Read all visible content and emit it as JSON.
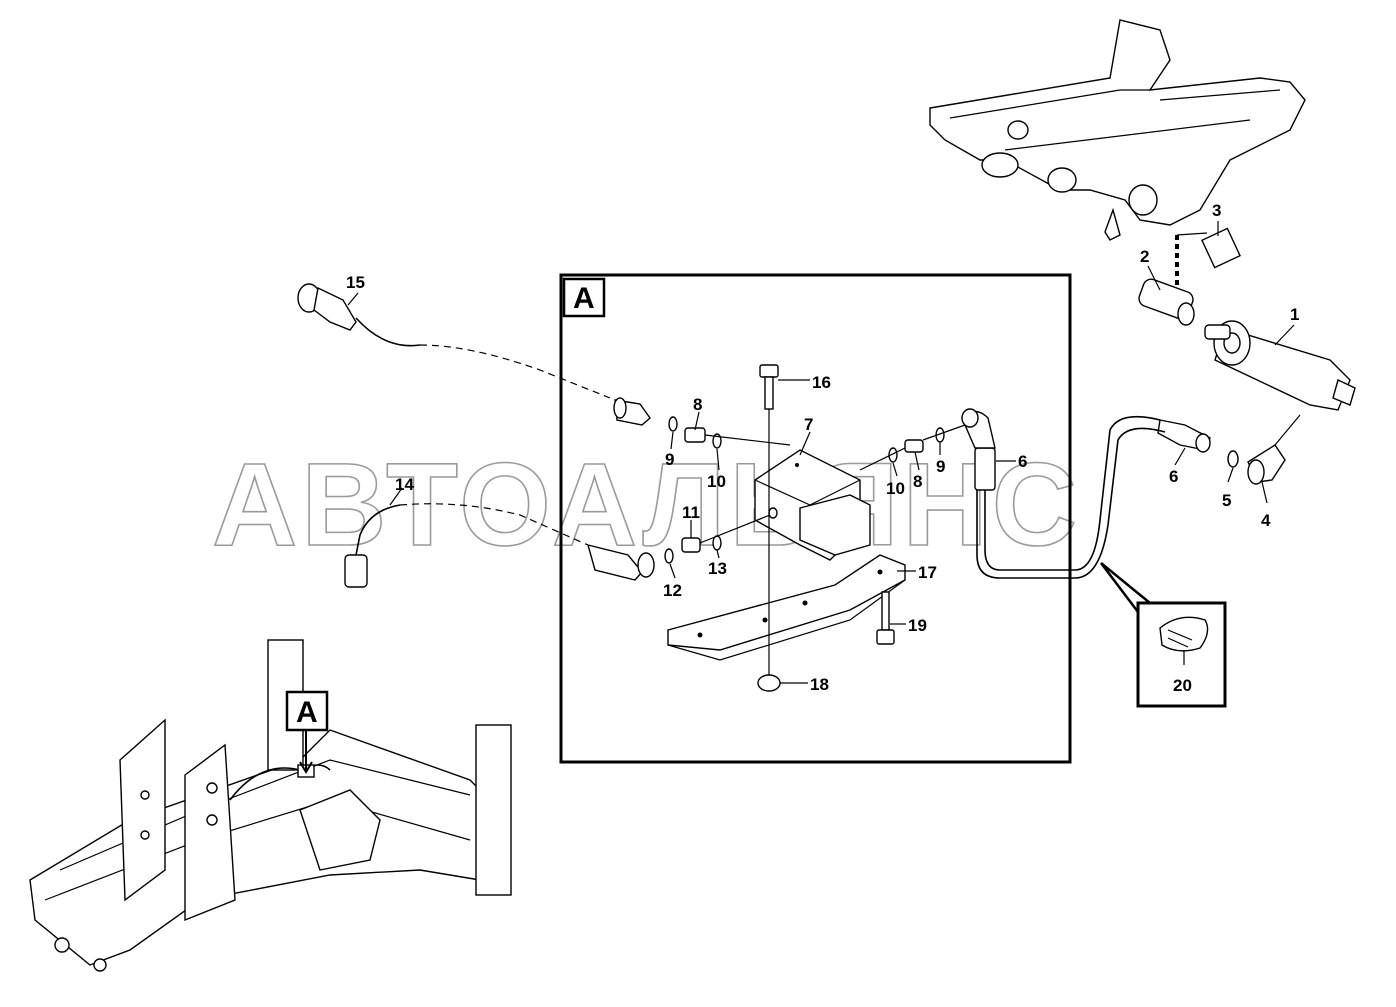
{
  "watermark": "АВТОАЛЬЯНС",
  "detail_label": "A",
  "frame_label": "A",
  "callouts": {
    "c1": "1",
    "c2": "2",
    "c3": "3",
    "c4": "4",
    "c5": "5",
    "c6a": "6",
    "c6b": "6",
    "c7": "7",
    "c8a": "8",
    "c8b": "8",
    "c9a": "9",
    "c9b": "9",
    "c10a": "10",
    "c10b": "10",
    "c11": "11",
    "c12": "12",
    "c13": "13",
    "c14": "14",
    "c15": "15",
    "c16": "16",
    "c17": "17",
    "c18": "18",
    "c19": "19",
    "c20": "20"
  }
}
